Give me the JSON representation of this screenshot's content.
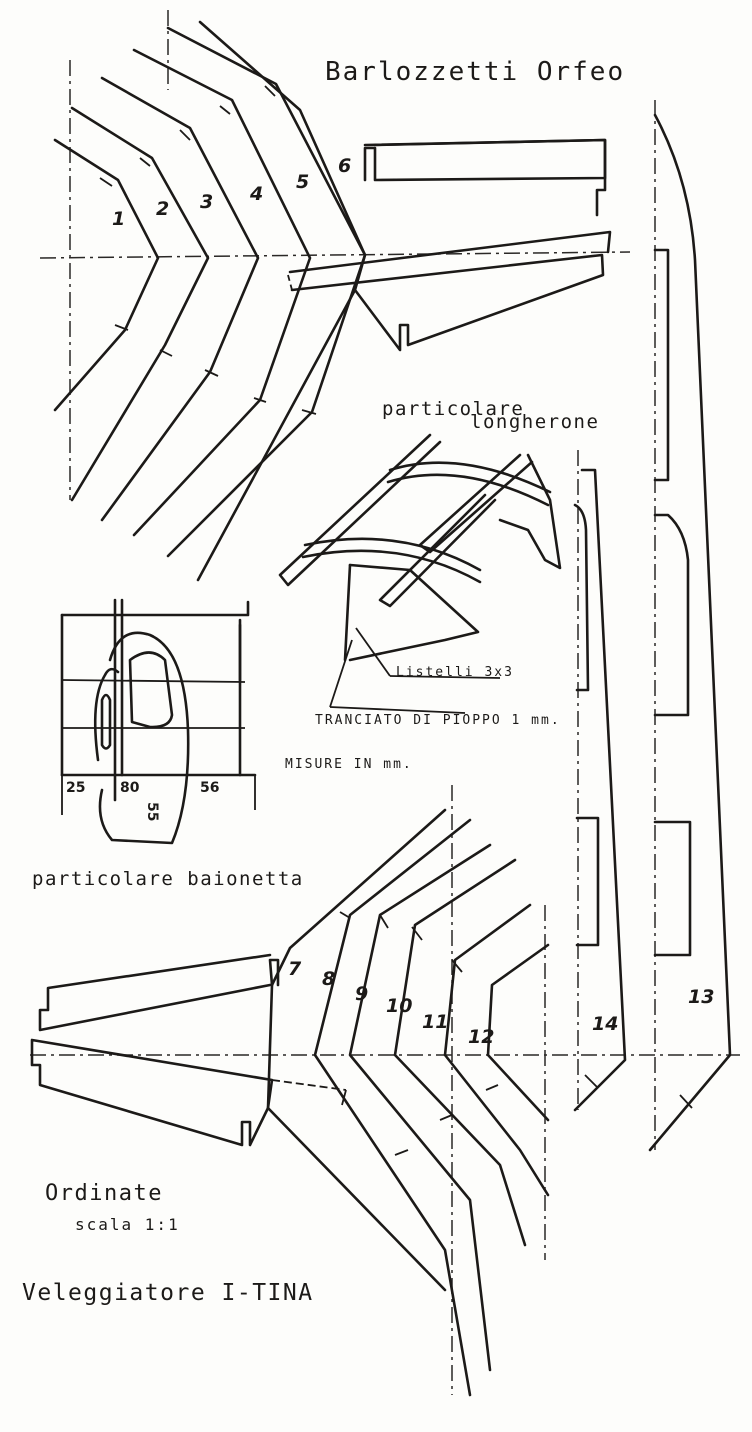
{
  "author": "Barlozzetti Orfeo",
  "detail_spar": {
    "title_line1": "particolare",
    "title_line2": "longherone",
    "label_strips": "Listelli 3x3",
    "label_plywood": "TRANCIATO DI PIOPPO 1 mm.",
    "units_note": "MISURE IN mm."
  },
  "detail_bayonet": {
    "title": "particolare baionetta",
    "dimensions": [
      "25",
      "80",
      "56",
      "55"
    ]
  },
  "frames_top": [
    "1",
    "2",
    "3",
    "4",
    "5",
    "6"
  ],
  "frames_bottom": [
    "7",
    "8",
    "9",
    "10",
    "11",
    "12"
  ],
  "frames_side": [
    "14",
    "13"
  ],
  "caption": {
    "line1": "Ordinate",
    "line2": "scala 1:1",
    "line3": "Veleggiatore I-TINA"
  }
}
